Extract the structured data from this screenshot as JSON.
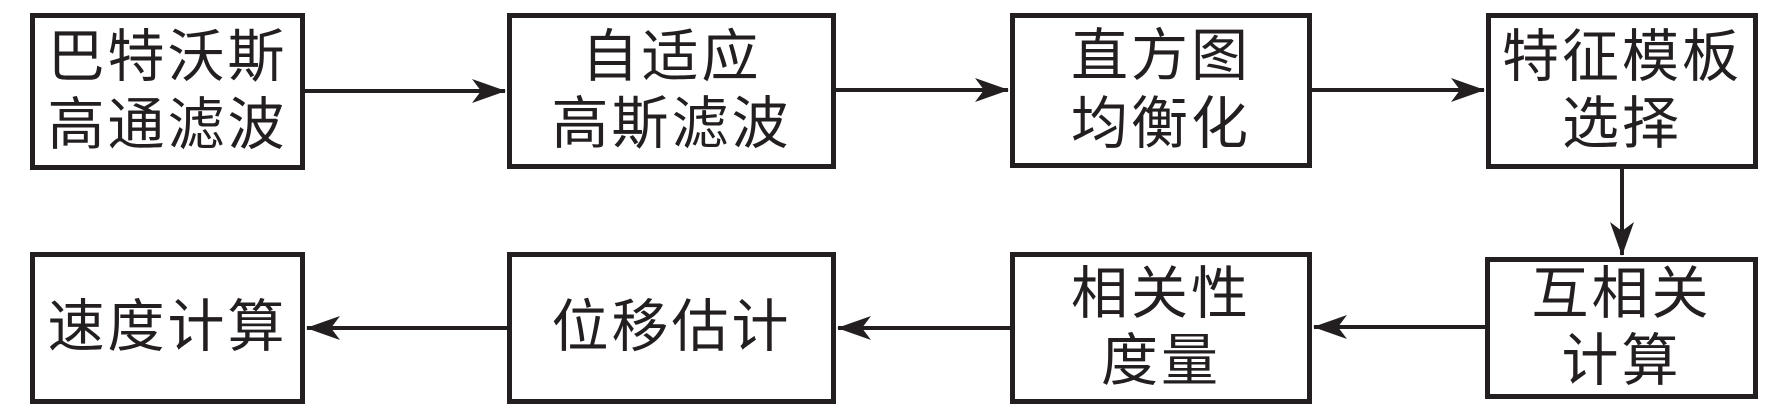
{
  "diagram": {
    "type": "flowchart",
    "language": "zh",
    "colors": {
      "line": "#231f20",
      "box_border": "#231f20",
      "box_fill": "#ffffff",
      "background": "#ffffff",
      "text": "#231f20"
    },
    "nodes": [
      {
        "id": "butterworth-highpass",
        "label": "巴特沃斯\n高通滤波",
        "row": "top",
        "order": 1
      },
      {
        "id": "adaptive-gaussian",
        "label": "自适应\n高斯滤波",
        "row": "top",
        "order": 2
      },
      {
        "id": "histogram-equalization",
        "label": "直方图\n均衡化",
        "row": "top",
        "order": 3
      },
      {
        "id": "feature-template-selection",
        "label": "特征模板\n选择",
        "row": "top",
        "order": 4
      },
      {
        "id": "cross-correlation",
        "label": "互相关\n计算",
        "row": "bottom",
        "order": 5
      },
      {
        "id": "correlation-measure",
        "label": "相关性\n度量",
        "row": "bottom",
        "order": 6
      },
      {
        "id": "displacement-estimation",
        "label": "位移估计",
        "row": "bottom",
        "order": 7
      },
      {
        "id": "velocity-calculation",
        "label": "速度计算",
        "row": "bottom",
        "order": 8
      }
    ],
    "edges": [
      {
        "from": "butterworth-highpass",
        "to": "adaptive-gaussian",
        "direction": "right"
      },
      {
        "from": "adaptive-gaussian",
        "to": "histogram-equalization",
        "direction": "right"
      },
      {
        "from": "histogram-equalization",
        "to": "feature-template-selection",
        "direction": "right"
      },
      {
        "from": "feature-template-selection",
        "to": "cross-correlation",
        "direction": "down"
      },
      {
        "from": "cross-correlation",
        "to": "correlation-measure",
        "direction": "left"
      },
      {
        "from": "correlation-measure",
        "to": "displacement-estimation",
        "direction": "left"
      },
      {
        "from": "displacement-estimation",
        "to": "velocity-calculation",
        "direction": "left"
      }
    ]
  }
}
